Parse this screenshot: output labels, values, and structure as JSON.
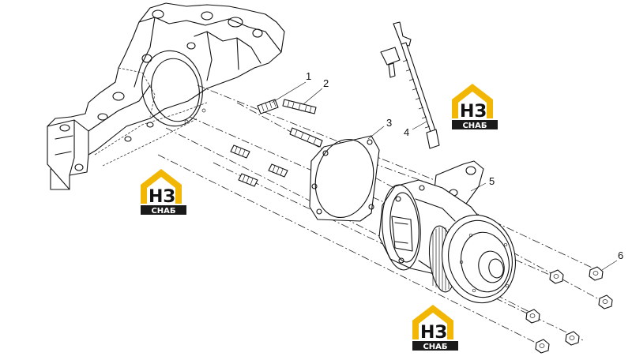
{
  "callouts": [
    "1",
    "2",
    "3",
    "4",
    "5",
    "6"
  ],
  "watermark": {
    "letters": "НЗ",
    "word": "СНАБ",
    "accent": "#f2b705",
    "dark": "#1a1a1a"
  }
}
